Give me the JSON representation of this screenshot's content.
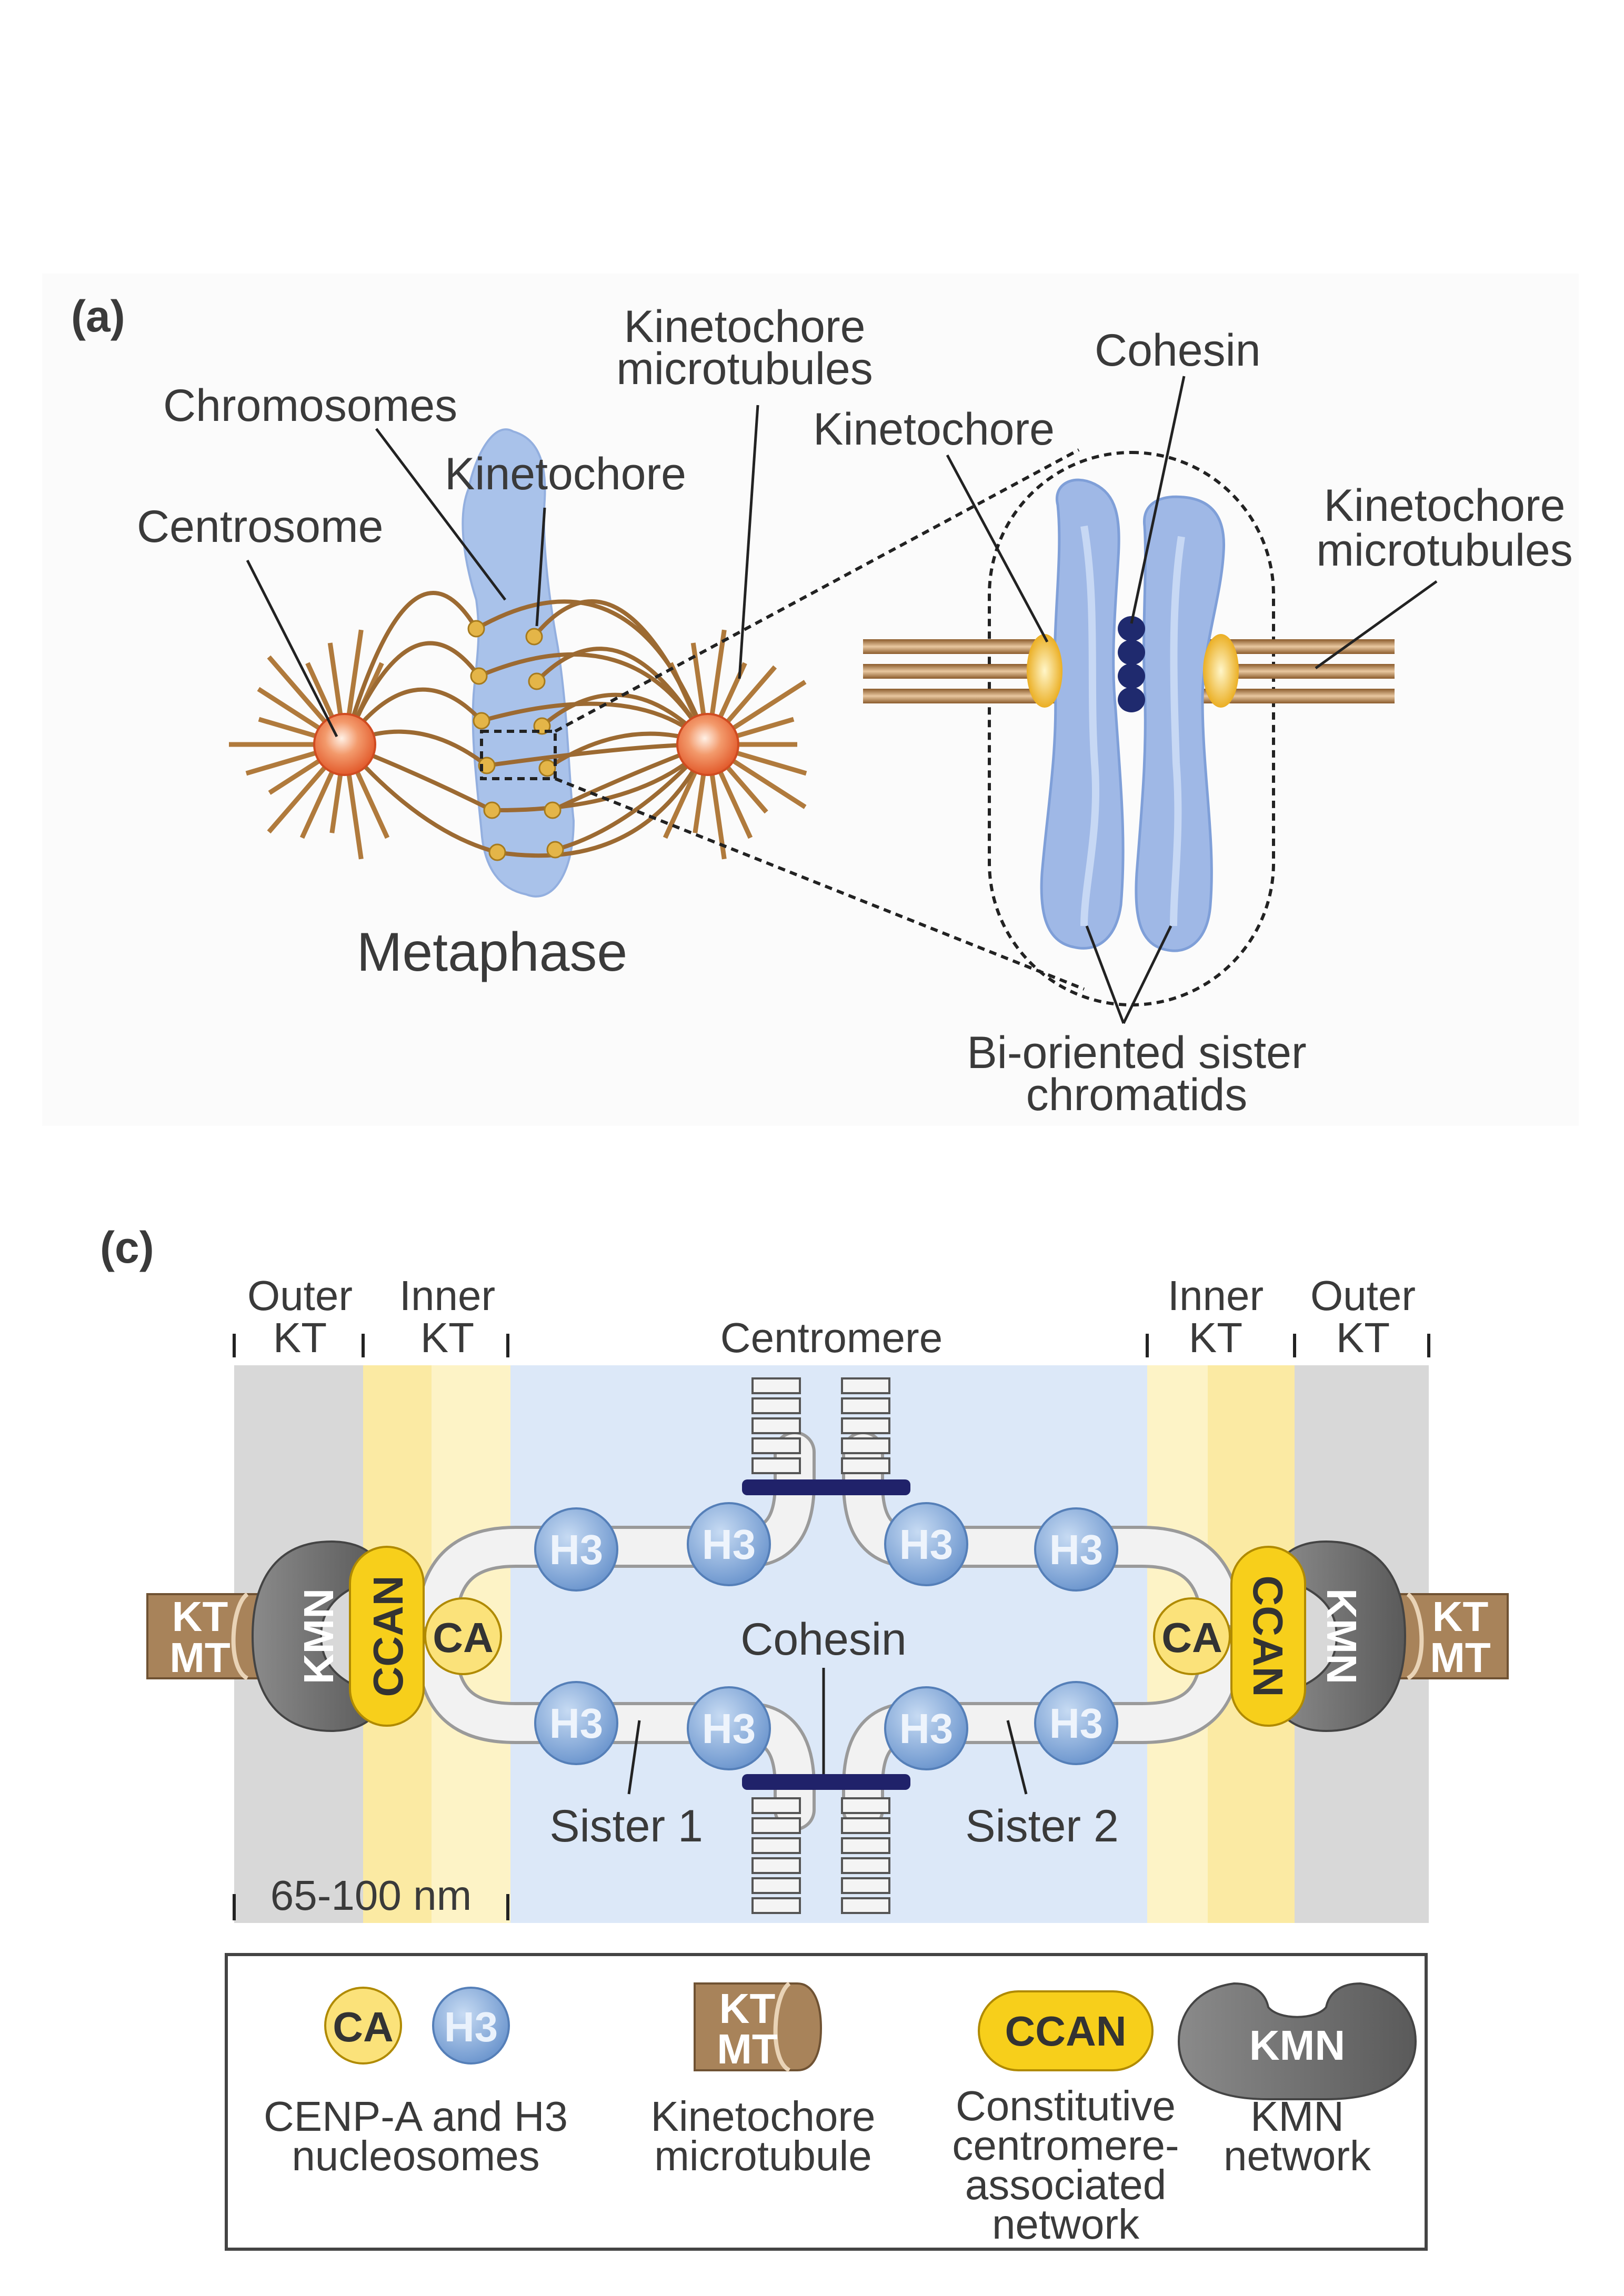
{
  "panel_a": {
    "panel_label": "(a)",
    "labels": {
      "chromosomes": "Chromosomes",
      "centrosome": "Centrosome",
      "kinetochore_left": "Kinetochore",
      "kt_mt_top_l1": "Kinetochore",
      "kt_mt_top_l2": "microtubules",
      "kinetochore_zoom": "Kinetochore",
      "cohesin": "Cohesin",
      "kt_mt_right_l1": "Kinetochore",
      "kt_mt_right_l2": "microtubules",
      "metaphase": "Metaphase",
      "sister_l1": "Bi-oriented sister",
      "sister_l2": "chromatids"
    }
  },
  "panel_c": {
    "panel_label": "(c)",
    "regions": {
      "outer_left_l1": "Outer",
      "outer_left_l2": "KT",
      "inner_left_l1": "Inner",
      "inner_left_l2": "KT",
      "centromere": "Centromere",
      "inner_right_l1": "Inner",
      "inner_right_l2": "KT",
      "outer_right_l1": "Outer",
      "outer_right_l2": "KT"
    },
    "nodes": {
      "kt_mt_l1": "KT",
      "kt_mt_l2": "MT",
      "kmn": "KMN",
      "ccan": "CCAN",
      "ca": "CA",
      "h3": "H3"
    },
    "cohesin": "Cohesin",
    "sister1": "Sister 1",
    "sister2": "Sister 2",
    "scale": "65-100 nm"
  },
  "legend": {
    "ca": "CA",
    "h3": "H3",
    "ktmt_l1": "KT",
    "ktmt_l2": "MT",
    "ccan": "CCAN",
    "kmn": "KMN",
    "cap_nucleosome_l1": "CENP-A and H3",
    "cap_nucleosome_l2": "nucleosomes",
    "cap_ktmt_l1": "Kinetochore",
    "cap_ktmt_l2": "microtubule",
    "cap_ccan_l1": "Constitutive",
    "cap_ccan_l2": "centromere-",
    "cap_ccan_l3": "associated",
    "cap_ccan_l4": "network",
    "cap_kmn_l1": "KMN",
    "cap_kmn_l2": "network"
  },
  "colors": {
    "chromosome_blue": "#9fb8e6",
    "centrosome_orange": "#ef7a4a",
    "microtubule_brown": "#b9823f",
    "kinetochore_yellow": "#f3c23a",
    "cohesin_navy": "#20226a",
    "kmn_gray": "#6d6d6d",
    "ccan_yellow": "#f7cf1b",
    "h3_blue": "#7fa6d6",
    "outer_kt_bg": "#d6d6d6",
    "inner_kt_bg": "#fbefb2",
    "centromere_bg": "#dbe7f7"
  }
}
